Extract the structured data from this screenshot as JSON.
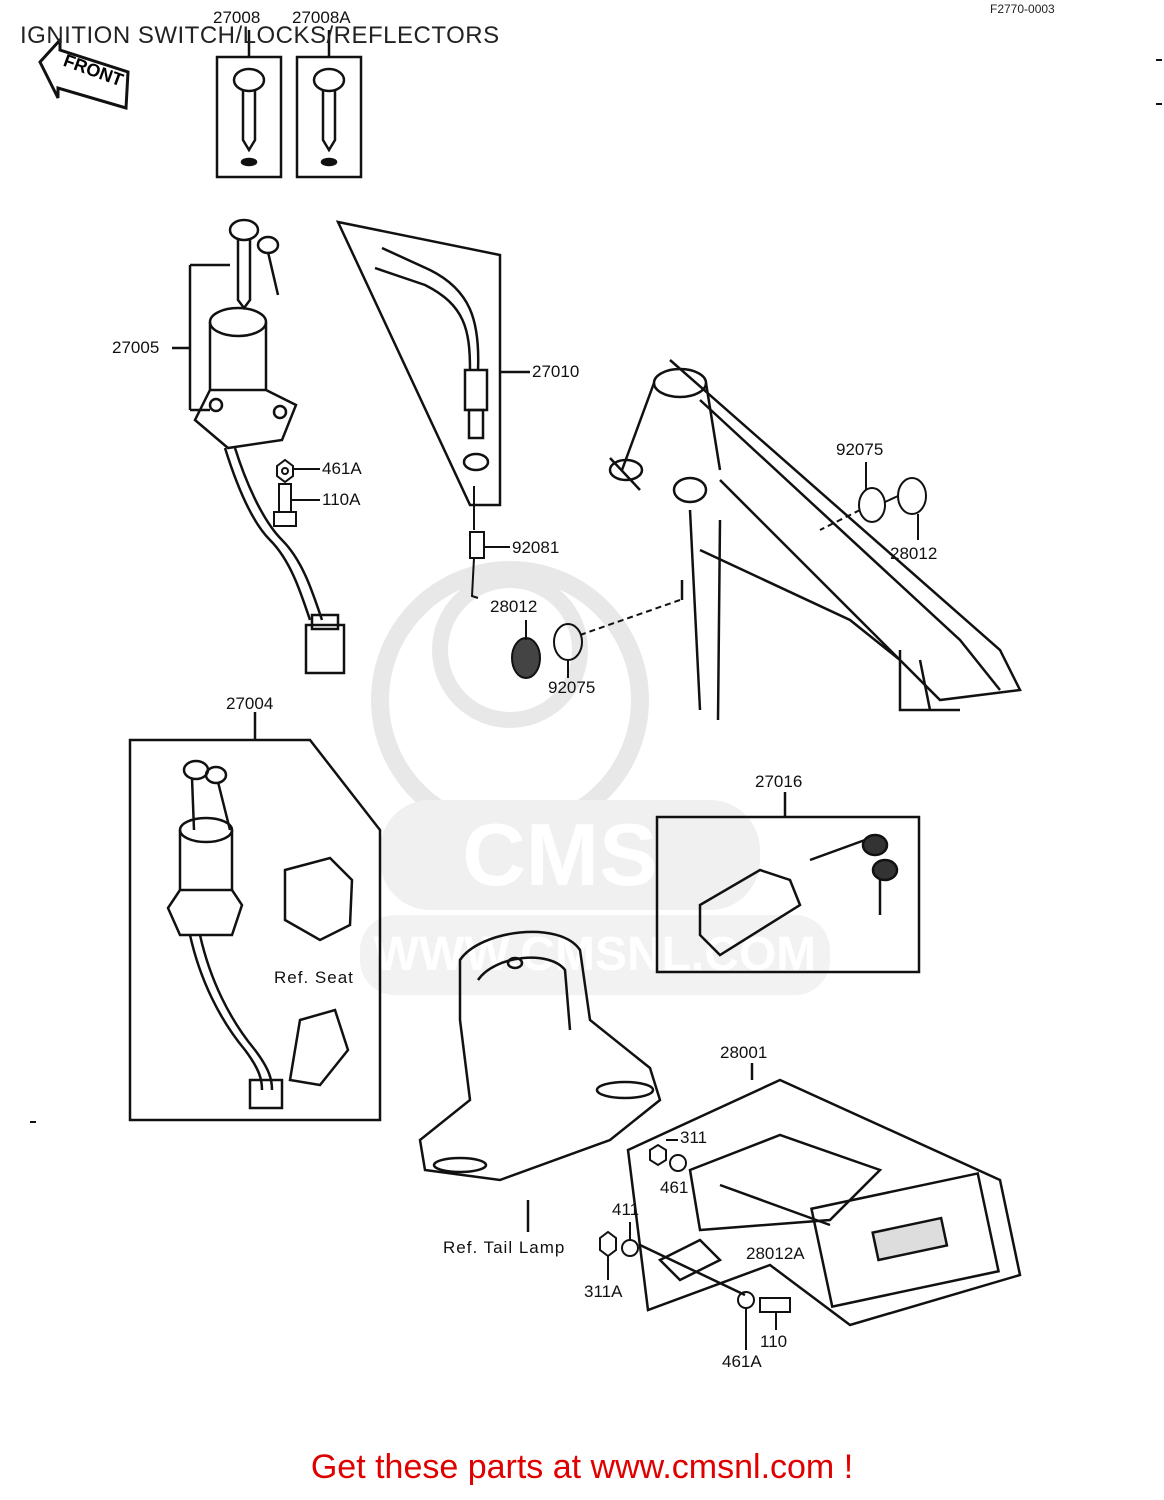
{
  "title": "IGNITION SWITCH/LOCKS/REFLECTORS",
  "diagram_code": "F2770-0003",
  "front_arrow_label": "FRONT",
  "watermark": {
    "brand": "CMS",
    "url": "WWW.CMSNL.COM"
  },
  "footer": "Get these parts at www.cmsnl.com !",
  "part_labels": {
    "p27008": "27008",
    "p27008A": "27008A",
    "p27005": "27005",
    "p27010": "27010",
    "p461A_top": "461A",
    "p110A": "110A",
    "p92081": "92081",
    "p28012_mid": "28012",
    "p92075_mid": "92075",
    "p92075_right": "92075",
    "p28012_right": "28012",
    "p27004": "27004",
    "p27016": "27016",
    "p28001": "28001",
    "p311": "311",
    "p461": "461",
    "p411": "411",
    "p311A": "311A",
    "p28012A": "28012A",
    "p110": "110",
    "p461A_bottom": "461A"
  },
  "reference_labels": {
    "seat": "Ref.  Seat",
    "tail_lamp": "Ref.  Tail  Lamp"
  },
  "colors": {
    "footer": "#e00000",
    "lines": "#111111",
    "watermark": "#d9d9d9"
  }
}
